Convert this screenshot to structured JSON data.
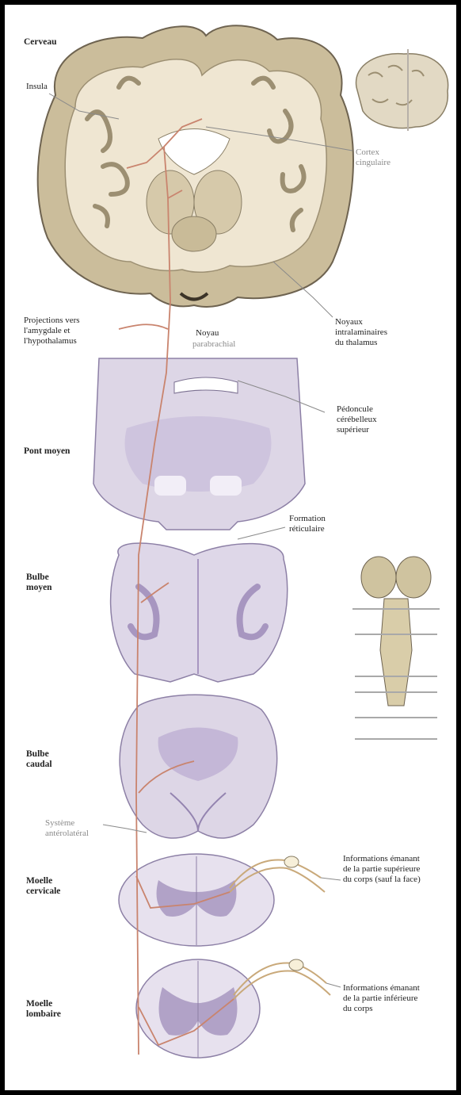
{
  "labels": {
    "cerveau": "Cerveau",
    "insula": "Insula",
    "cortex": "Cortex\ncingulaire",
    "projections": "Projections vers\nl'amygdale et\nl'hypothalamus",
    "noyau": "Noyau",
    "parabrachial": "parabrachial",
    "intralaminaires": "Noyaux\nintralaminaires\ndu thalamus",
    "pedoncule": "Pédoncule\ncérébelleux\nsupérieur",
    "pont": "Pont moyen",
    "formation": "Formation\nréticulaire",
    "bulbe_moyen": "Bulbe\nmoyen",
    "bulbe_caudal": "Bulbe\ncaudal",
    "systeme": "Système\nantérolatéral",
    "moelle_cervicale": "Moelle\ncervicale",
    "info_sup": "Informations émanant\nde la partie supérieure\ndu corps (sauf la face)",
    "moelle_lombaire": "Moelle\nlombaire",
    "info_inf": "Informations émanant\nde la partie inférieure\ndu corps"
  },
  "colors": {
    "pathway": "#c9846e",
    "brain_grey": "#cbbd9b",
    "brain_white": "#efe6d2",
    "section_fill": "#d9d2e4",
    "section_dark": "#a796c0",
    "leader": "#888888"
  }
}
